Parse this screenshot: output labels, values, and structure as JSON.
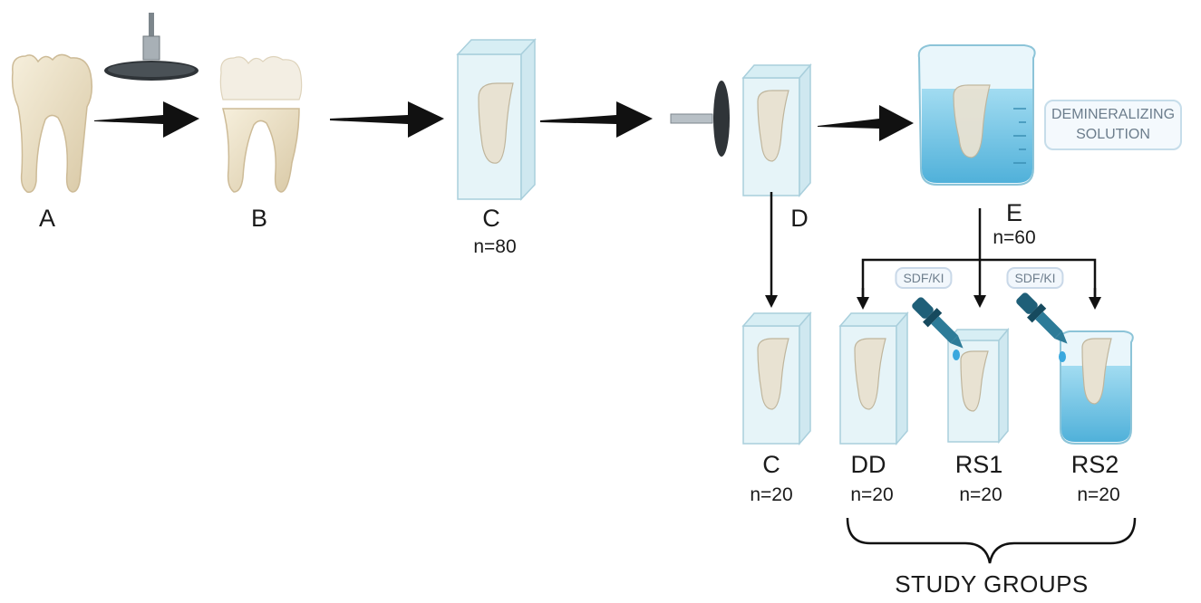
{
  "steps": {
    "a": {
      "label": "A"
    },
    "b": {
      "label": "B"
    },
    "c": {
      "label": "C",
      "n": "n=80"
    },
    "d": {
      "label": "D"
    },
    "e": {
      "label": "E",
      "n": "n=60"
    }
  },
  "solution_box": {
    "line1": "DEMINERALIZING",
    "line2": "SOLUTION"
  },
  "groups": [
    {
      "label": "C",
      "n": "n=20"
    },
    {
      "label": "DD",
      "n": "n=20"
    },
    {
      "label": "RS1",
      "n": "n=20"
    },
    {
      "label": "RS2",
      "n": "n=20"
    }
  ],
  "reagent_tags": [
    "SDF/KI",
    "SDF/KI"
  ],
  "study_groups_label": "STUDY GROUPS",
  "colors": {
    "arrow": "#111111",
    "tooth": "#e8dcc2",
    "tooth_cut": "#f1ece0",
    "block_fill": "#d7eef4",
    "block_edge": "#a9cfdc",
    "water": "#6fc6e8",
    "dropper": "#1f5f78"
  }
}
